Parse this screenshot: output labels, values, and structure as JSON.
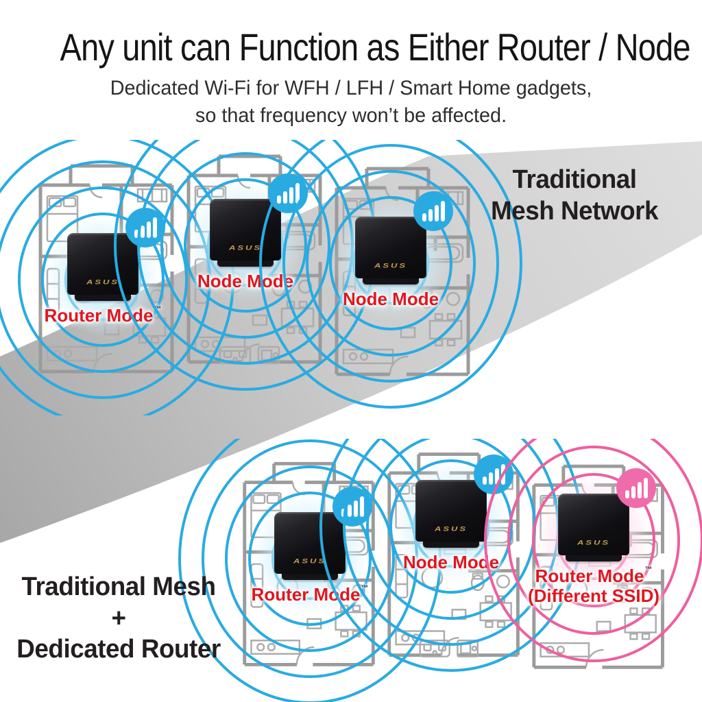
{
  "page": {
    "title": "Any unit can Function as Either Router / Node",
    "subtitle_lines": [
      "Dedicated Wi-Fi for WFH / LFH / Smart Home gadgets,",
      "so that frequency won’t be affected."
    ]
  },
  "branding": {
    "router_logo": "ASUS",
    "trademark": "™"
  },
  "colors": {
    "wifi_blue": "#29ABE2",
    "wifi_pink": "#EE5F9E",
    "label_red": "#E0161F",
    "heading_black": "#231F20",
    "floorplan_gray": "#9B9B9B",
    "swoosh_gray_dark": "#A6A6A6",
    "swoosh_gray_light": "#DCDCDC",
    "router_body_black": "#121214",
    "asus_gold": "#C49B52"
  },
  "diagrams": [
    {
      "id": "traditional-mesh-network",
      "heading_lines": [
        "Traditional",
        "Mesh Network"
      ],
      "units": [
        {
          "label": "Router Mode",
          "signal": "blue",
          "has_trademark": true
        },
        {
          "label": "Node Mode",
          "signal": "blue",
          "has_trademark": false
        },
        {
          "label": "Node Mode",
          "signal": "blue",
          "has_trademark": false
        }
      ]
    },
    {
      "id": "traditional-mesh-plus-dedicated-router",
      "heading_lines": [
        "Traditional Mesh",
        "+",
        "Dedicated Router"
      ],
      "units": [
        {
          "label": "Router Mode",
          "signal": "blue",
          "has_trademark": true
        },
        {
          "label": "Node Mode",
          "signal": "blue",
          "has_trademark": false
        },
        {
          "label": "Router Mode",
          "label_line2": "(Different SSID)",
          "signal": "pink",
          "has_trademark": true
        }
      ]
    }
  ]
}
